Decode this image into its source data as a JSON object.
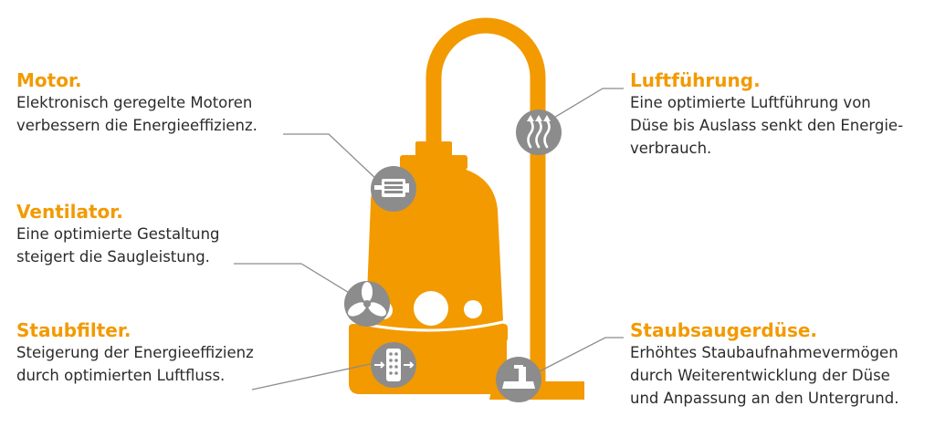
{
  "colors": {
    "accent": "#f29a00",
    "icon_circle": "#8c8c8c",
    "text": "#2b2b2b",
    "leader_line": "#8c8c8c"
  },
  "motor": {
    "title": "Motor.",
    "line1": "Elektronisch geregelte Motoren",
    "line2": "verbessern die Energieeffizienz.",
    "icon": "motor-icon"
  },
  "ventilator": {
    "title": "Ventilator.",
    "line1": "Eine optimierte Gestaltung",
    "line2": "steigert die Saugleistung.",
    "icon": "fan-icon"
  },
  "staubfilter": {
    "title": "Staubfilter.",
    "line1": "Steigerung der Energieeffizienz",
    "line2": "durch optimierten Luftfluss.",
    "icon": "filter-icon"
  },
  "luftfuehrung": {
    "title": "Luftführung.",
    "line1": "Eine optimierte Luftführung von",
    "line2": "Düse bis Auslass senkt den Energie-",
    "line3": "verbrauch.",
    "icon": "airflow-icon"
  },
  "duese": {
    "title": "Staubsaugerdüse.",
    "line1": "Erhöhtes Staubaufnahmevermögen",
    "line2": "durch Weiterentwicklung der Düse",
    "line3": "und Anpassung an den Untergrund.",
    "icon": "nozzle-icon"
  }
}
